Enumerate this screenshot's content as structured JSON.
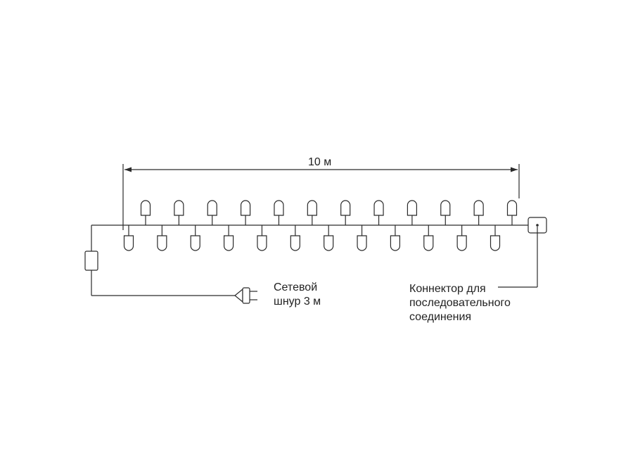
{
  "dimension_label": "10 м",
  "power_cord_label": [
    "Сетевой",
    "шнур 3 м"
  ],
  "connector_label": [
    "Коннектор для",
    "последовательного",
    "соединения"
  ],
  "bulbs_upper_count": 12,
  "bulbs_lower_count": 12,
  "line_color": "#2a2a2a"
}
